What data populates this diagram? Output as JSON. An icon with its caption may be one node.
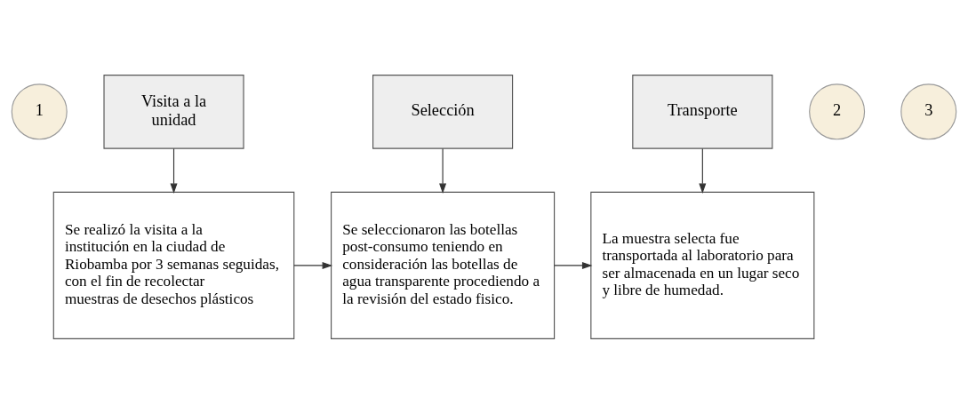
{
  "diagram": {
    "nodes": [
      {
        "text": [
          "1"
        ]
      },
      {
        "text": [
          "Visita a la unidad"
        ]
      },
      {
        "text": [
          "2"
        ]
      },
      {
        "text": [
          "Selección"
        ]
      },
      {
        "text": [
          "3"
        ]
      },
      {
        "text": [
          "Transporte"
        ]
      },
      {
        "text": [
          "Se realizó la visita a la institución en la ciudad de Riobamba por 3 semanas seguidas, con el fin de recolectar muestras de desechos plásticos"
        ]
      },
      {
        "text": [
          "Se seleccionaron las botellas post-consumo teniendo en consideración las botellas de agua transparente procediendo a la revisión del estado fisico."
        ]
      },
      {
        "text": [
          "La muestra selecta fue transportada al laboratorio para ser almacenada en un lugar seco y libre de humedad."
        ]
      }
    ],
    "edges": [
      {
        "from": 1,
        "to": 6,
        "arrow": "to"
      },
      {
        "from": 3,
        "to": 7,
        "arrow": "to"
      },
      {
        "from": 5,
        "to": 8,
        "arrow": "to"
      },
      {
        "from": 6,
        "to": 7,
        "arrow": "to"
      },
      {
        "from": 7,
        "to": 8,
        "arrow": "to"
      }
    ]
  }
}
